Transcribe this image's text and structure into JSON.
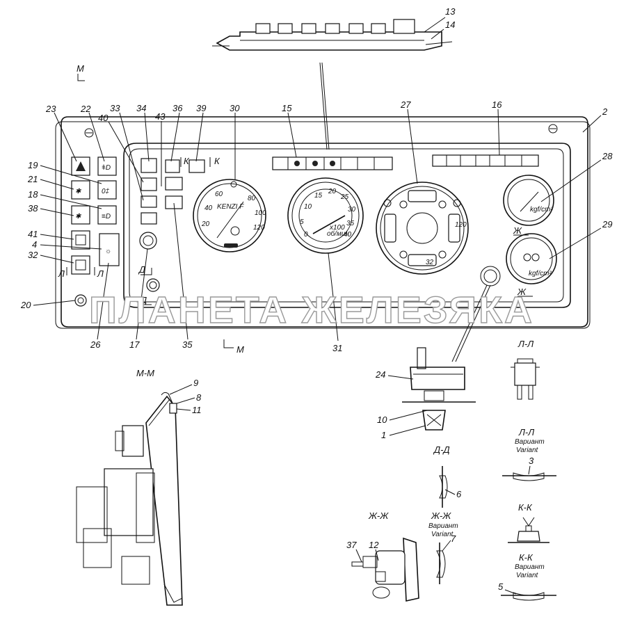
{
  "callouts": {
    "c1": "1",
    "c2": "2",
    "c3": "3",
    "c4": "4",
    "c5": "5",
    "c6": "6",
    "c7": "7",
    "c8": "8",
    "c9": "9",
    "c10": "10",
    "c11": "11",
    "c12": "12",
    "c13": "13",
    "c14": "14",
    "c15": "15",
    "c16": "16",
    "c17": "17",
    "c18": "18",
    "c19": "19",
    "c20": "20",
    "c21": "21",
    "c22": "22",
    "c23": "23",
    "c24": "24",
    "c26": "26",
    "c27": "27",
    "c28": "28",
    "c29": "29",
    "c30": "30",
    "c31": "31",
    "c32": "32",
    "c33": "33",
    "c34": "34",
    "c35": "35",
    "c36": "36",
    "c37": "37",
    "c38": "38",
    "c39": "39",
    "c40": "40",
    "c41": "41",
    "c43": "43"
  },
  "section_marks": {
    "m": "М",
    "l": "Л",
    "k": "К",
    "d": "Д",
    "zh": "Ж"
  },
  "section_titles": {
    "mm": "М-М",
    "ll": "Л-Л",
    "dd": "Д-Д",
    "zhzh_left": "Ж-Ж",
    "zhzh_right": "Ж-Ж",
    "kk_top": "К-К",
    "kk_bottom": "К-К"
  },
  "variant": {
    "ru": "Вариант",
    "en": "Variant"
  },
  "gauges": {
    "tacho_brand": "KENZI F",
    "tacho_ticks": [
      "20",
      "40",
      "60",
      "80",
      "100",
      "120"
    ],
    "speedo_ticks": [
      "0",
      "5",
      "10",
      "15",
      "20",
      "25",
      "30",
      "35",
      "40"
    ],
    "speedo_unit": "x100",
    "speedo_unit2": "об/мин",
    "combo_val1": "120",
    "combo_val2": "32",
    "pressure_unit": "kgf/cm²"
  },
  "watermark": "ПЛАНЕТА ЖЕЛЕЗЯКА"
}
